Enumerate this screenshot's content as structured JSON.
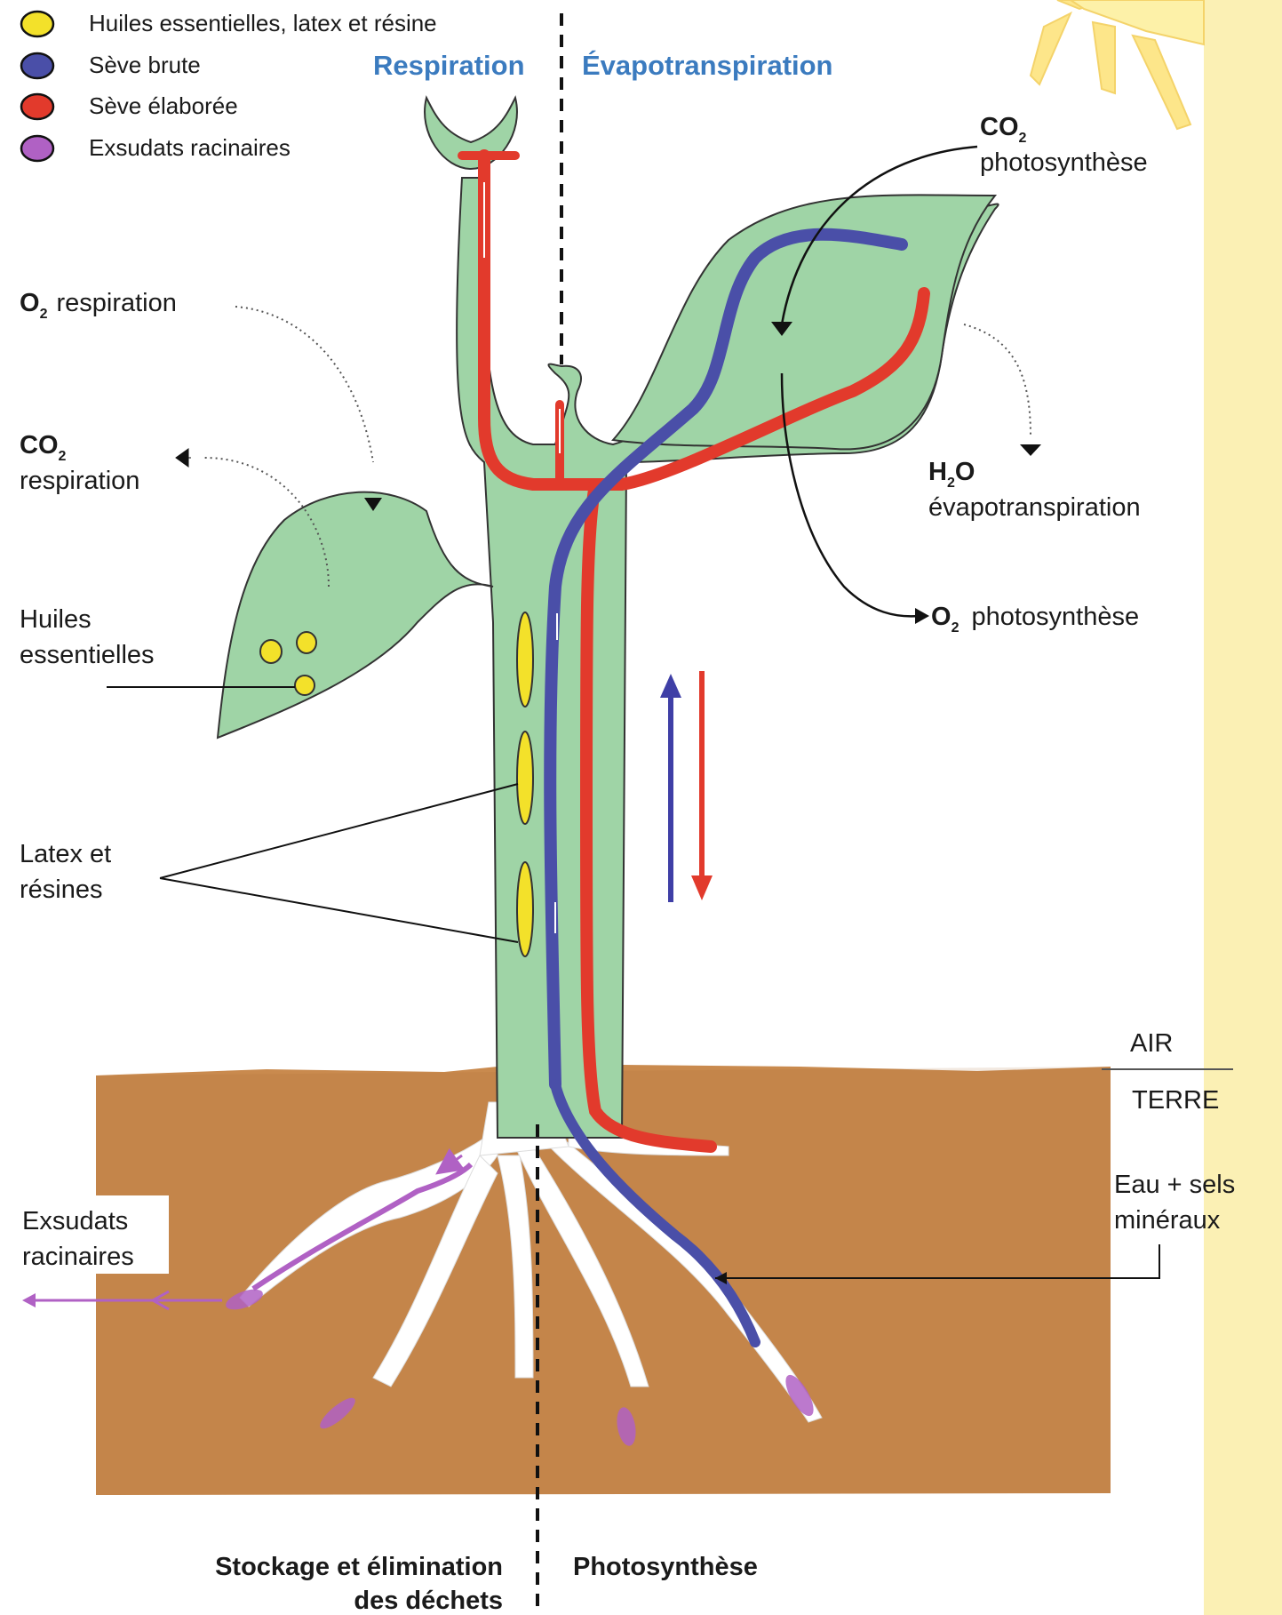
{
  "legend": {
    "items": [
      {
        "label": "Huiles essentielles, latex et résine",
        "color": "#f3e12a"
      },
      {
        "label": "Sève brute",
        "color": "#4a4fa8"
      },
      {
        "label": "Sève élaborée",
        "color": "#e23a2c"
      },
      {
        "label": "Exsudats racinaires",
        "color": "#b061c4"
      }
    ]
  },
  "headers": {
    "left": "Respiration",
    "right": "Évapotranspiration",
    "bottom_left_line1": "Stockage et élimination",
    "bottom_left_line2": "des déchets",
    "bottom_right": "Photosynthèse"
  },
  "labels": {
    "o2_resp_formula": "O",
    "o2_resp_sub": "2",
    "o2_resp_text": "respiration",
    "co2_resp_formula": "CO",
    "co2_resp_sub": "2",
    "co2_resp_text": "respiration",
    "huiles_line1": "Huiles",
    "huiles_line2": "essentielles",
    "latex_line1": "Latex et",
    "latex_line2": "résines",
    "exsudats_line1": "Exsudats",
    "exsudats_line2": "racinaires",
    "co2_photo_formula": "CO",
    "co2_photo_sub": "2",
    "co2_photo_text": "photosynthèse",
    "h2o_h": "H",
    "h2o_sub": "2",
    "h2o_o": "O",
    "h2o_text": "évapotranspiration",
    "o2_photo_formula": "O",
    "o2_photo_sub": "2",
    "o2_photo_text": "photosynthèse",
    "air": "AIR",
    "terre": "TERRE",
    "eau_line1": "Eau + sels",
    "eau_line2": "minéraux"
  },
  "colors": {
    "soil": "#c98a4e",
    "plant": "#9fd4a6",
    "sun_band": "#fbf0b4",
    "seve_brute": "#4a4fa8",
    "seve_elaboree": "#e23a2c",
    "exsudats": "#b061c4",
    "huiles": "#f3e12a",
    "header_blue": "#3b7bbf"
  }
}
